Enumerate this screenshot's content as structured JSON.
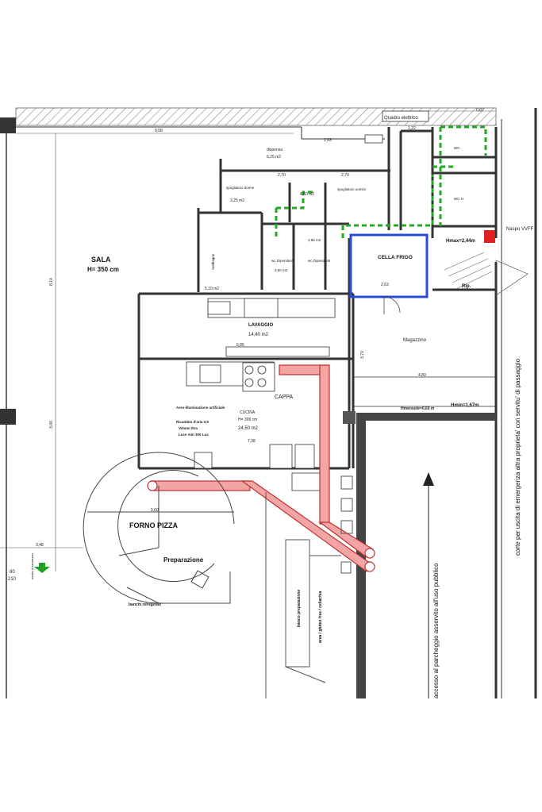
{
  "labels": {
    "quadro": "Quadro elettrico",
    "sala": "SALA",
    "sala_h": "H= 350 cm",
    "dispensa": "dispensa",
    "dispensa_area": "6,25 m2",
    "spogliatoio_donne": "spogliatoio donne",
    "spogliatoio_donne_area": "3,25 m2",
    "area_450": "4,50 m2",
    "spogliatoio_uomini": "spogliatoio uomini",
    "wc_dip1": "wc Dipendenti",
    "wc_dip1_area": "3,80 m2",
    "wc_dip2": "wc Dipendenti",
    "wc_dip2_area": "3,95 m2",
    "antibagno": "Antibagno",
    "antibagno_area": "5,10 m2",
    "cella_frigo": "CELLA FRIGO",
    "hmax": "Hmax=2,44m",
    "naspo": "Naspo VVFF",
    "rip": "Rip.",
    "wc_h_1": "WC",
    "wc_h_2": "WC H",
    "lavaggio": "LAVAGGIO",
    "lavaggio_area": "14,40 m2",
    "magazzino": "Magazzino",
    "cappa": "CAPPA",
    "cucina": "CUCINA",
    "cucina_h": "H= 300 cm",
    "cucina_area": "24,50 m2",
    "aero": "Aero-illuminazione artificiale",
    "ricambio": "Ricambio d'aria 0,5",
    "vol": "Volumi /0ra",
    "lux": "Luce min 300 Lux",
    "hmensole": "Hmensole=0,60 m",
    "hmin": "Hmin=1,67m",
    "forno": "FORNO PIZZA",
    "preparazione": "Preparazione",
    "banchi": "banchi refrigerati",
    "banco_prep": "banco preparazione",
    "area_gluten": "area / gluten free / celiachia",
    "corte": "corte per uscita di emergenza altra proprieta' con servitu' di passaggio",
    "accesso": "accesso al parcheggio asservito all'uso pubblico",
    "uscita": "uscita di sicurezza"
  },
  "dims": {
    "d_958": "9,58",
    "d_143": "1,43",
    "d_122": "1,22",
    "d_087": "0,87",
    "d_270a": "2,70",
    "d_270b": "2,70",
    "d_814": "8,14",
    "d_300": "3,00",
    "d_585": "5,85",
    "d_738": "7,38",
    "d_480": "4,80",
    "d_263": "2,63",
    "d_370": "3,70",
    "d_060": "0,60",
    "d_348": "3,48",
    "d_080": "80",
    "d_210": "210"
  }
}
